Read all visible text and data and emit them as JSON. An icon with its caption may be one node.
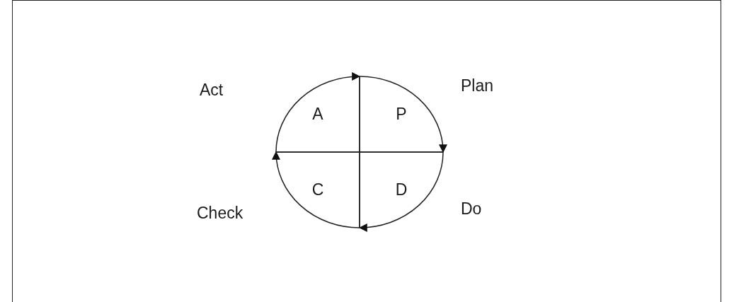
{
  "diagram": {
    "nodes": [
      {
        "text": [
          "A"
        ]
      },
      {
        "text": [
          "P"
        ]
      },
      {
        "text": [
          "C"
        ]
      },
      {
        "text": [
          "D"
        ]
      }
    ],
    "edges": [
      {
        "from": 0,
        "to": 1,
        "arrow": "to"
      },
      {
        "from": 1,
        "to": 3,
        "arrow": "to"
      },
      {
        "from": 3,
        "to": 2,
        "arrow": "to"
      },
      {
        "from": 2,
        "to": 0,
        "arrow": "to"
      }
    ],
    "labels": [
      "Act",
      "Plan",
      "Check",
      "Do"
    ]
  }
}
